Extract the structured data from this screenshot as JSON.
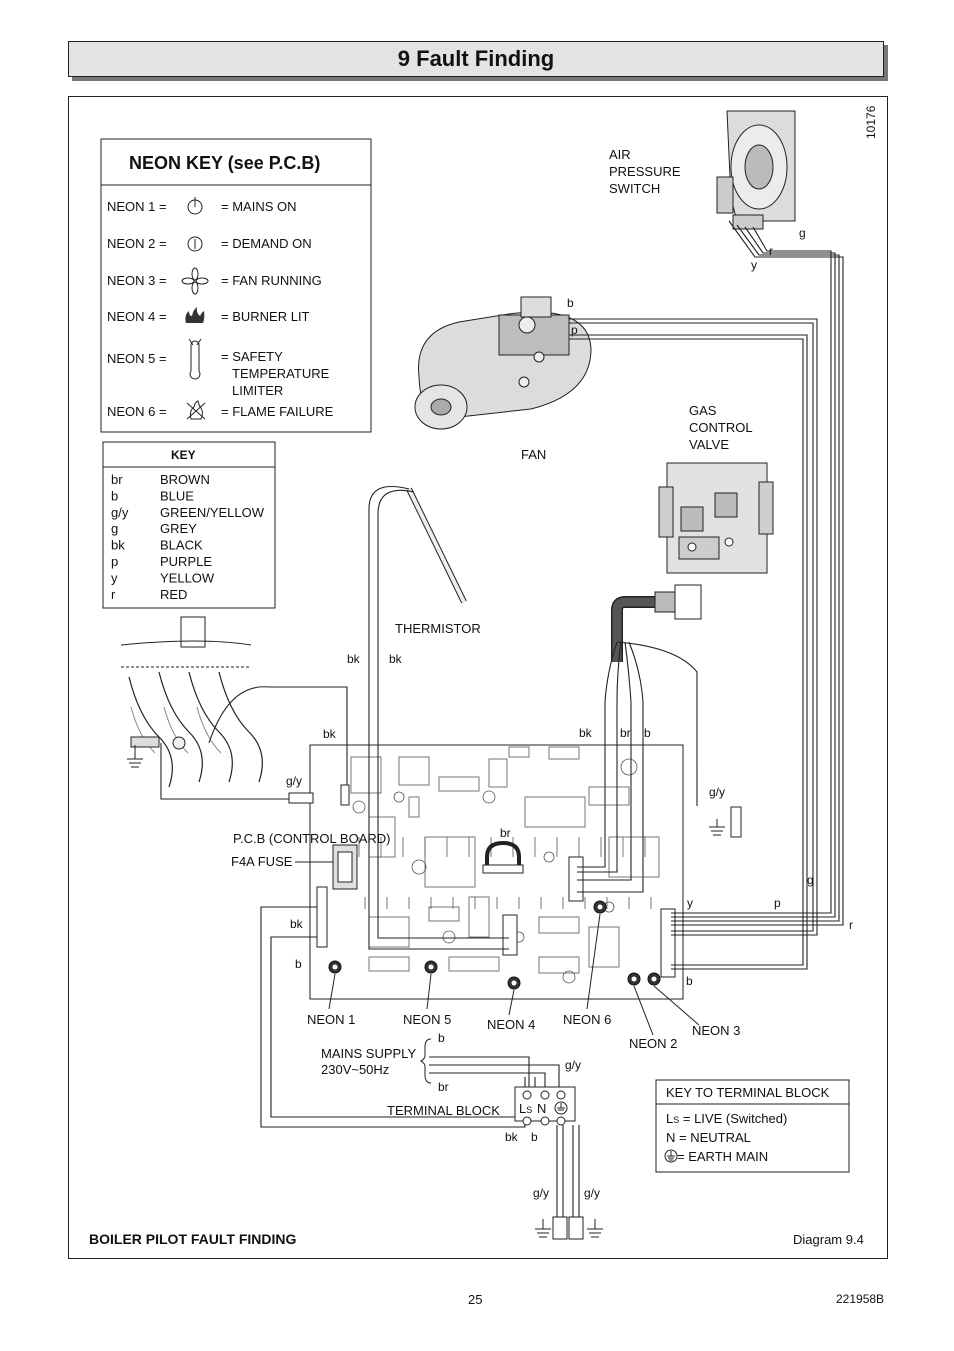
{
  "header": {
    "title": "9  Fault  Finding"
  },
  "diagram": {
    "ref_number": "10176",
    "caption": "BOILER PILOT FAULT FINDING",
    "diagram_label": "Diagram 9.4",
    "neon_key": {
      "title": "NEON KEY  (see P.C.B)",
      "rows": [
        {
          "neon": "NEON 1 =",
          "icon": "power-icon",
          "meaning": "= MAINS ON"
        },
        {
          "neon": "NEON 2 =",
          "icon": "demand-icon",
          "meaning": "= DEMAND ON"
        },
        {
          "neon": "NEON 3 =",
          "icon": "fan-icon",
          "meaning": "= FAN RUNNING"
        },
        {
          "neon": "NEON 4 =",
          "icon": "flame-icon",
          "meaning": "= BURNER LIT"
        },
        {
          "neon": "NEON 5 =",
          "icon": "thermometer-icon",
          "meaning": "= SAFETY",
          "meaning2": "TEMPERATURE",
          "meaning3": "LIMITER"
        },
        {
          "neon": "NEON 6 =",
          "icon": "flame-failure-icon",
          "meaning": "= FLAME FAILURE"
        }
      ]
    },
    "color_key": {
      "title": "KEY",
      "rows": [
        {
          "code": "br",
          "name": "BROWN"
        },
        {
          "code": "b",
          "name": "BLUE"
        },
        {
          "code": "g/y",
          "name": "GREEN/YELLOW"
        },
        {
          "code": "g",
          "name": "GREY"
        },
        {
          "code": "bk",
          "name": "BLACK"
        },
        {
          "code": "p",
          "name": "PURPLE"
        },
        {
          "code": "y",
          "name": "YELLOW"
        },
        {
          "code": "r",
          "name": "RED"
        }
      ]
    },
    "terminal_key": {
      "title": "KEY TO TERMINAL BLOCK",
      "ls": "L",
      "ls_sub": "S",
      "ls_text": " = LIVE (Switched)",
      "n": "N  = NEUTRAL",
      "earth": " = EARTH MAIN"
    },
    "components": {
      "air_pressure_switch": [
        "AIR",
        "PRESSURE",
        "SWITCH"
      ],
      "fan": "FAN",
      "gas_valve": [
        "GAS",
        "CONTROL",
        "VALVE"
      ],
      "thermistor": "THERMISTOR",
      "pcb": "P.C.B (CONTROL BOARD)",
      "fuse": "F4A FUSE",
      "mains": [
        "MAINS SUPPLY",
        "230V~50Hz"
      ],
      "terminal_block": "TERMINAL BLOCK",
      "tb_ls": "L",
      "tb_ls_sub": "S",
      "tb_n": "N"
    },
    "neons": {
      "n1": "NEON 1",
      "n2": "NEON 2",
      "n3": "NEON 3",
      "n4": "NEON 4",
      "n5": "NEON 5",
      "n6": "NEON 6"
    },
    "wire_labels": {
      "aps_g": "g",
      "aps_r": "r",
      "aps_y": "y",
      "fan_b": "b",
      "fan_p": "p",
      "therm_bk1": "bk",
      "therm_bk2": "bk",
      "left_bk": "bk",
      "left_gy": "g/y",
      "gv_bk": "bk",
      "gv_br": "br",
      "gv_b": "b",
      "gv_gy": "g/y",
      "pcb_br": "br",
      "fuse_bk": "bk",
      "fuse_b": "b",
      "right_g": "g",
      "right_y": "y",
      "right_p": "p",
      "right_r": "r",
      "right_b": "b",
      "mains_b": "b",
      "mains_br": "br",
      "mains_gy": "g/y",
      "tb_bk": "bk",
      "tb_b": "b",
      "earth_gy1": "g/y",
      "earth_gy2": "g/y"
    }
  },
  "footer": {
    "page": "25",
    "doc_code": "221958B"
  }
}
